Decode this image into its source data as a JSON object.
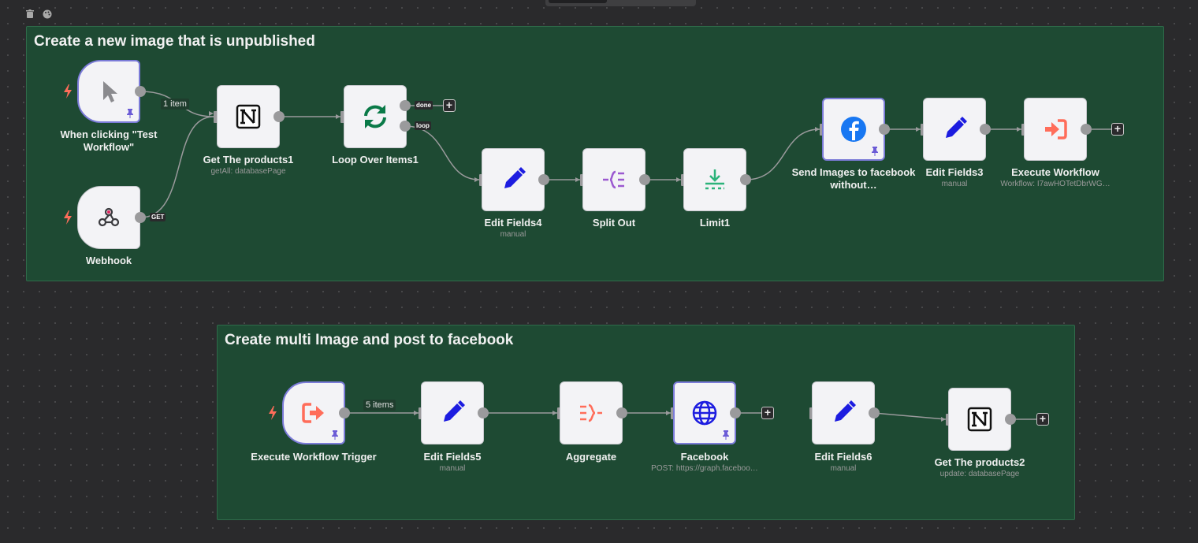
{
  "canvas": {
    "sticky_notes": [
      {
        "title": "Create a new image that is unpublished"
      },
      {
        "title": "Create multi Image and post to facebook"
      }
    ],
    "nodes": {
      "manual_trigger": {
        "label": "When clicking \"Test Workflow\"",
        "icon": "cursor-icon"
      },
      "webhook": {
        "label": "Webhook",
        "icon": "webhook-icon",
        "port_tag": "GET"
      },
      "get_products1": {
        "label": "Get The products1",
        "sub": "getAll: databasePage",
        "icon": "notion-icon"
      },
      "loop": {
        "label": "Loop Over Items1",
        "icon": "loop-icon",
        "done_tag": "done",
        "loop_tag": "loop"
      },
      "edit_fields4": {
        "label": "Edit Fields4",
        "sub": "manual",
        "icon": "pencil-icon"
      },
      "split_out": {
        "label": "Split Out",
        "icon": "split-out-icon"
      },
      "limit1": {
        "label": "Limit1",
        "icon": "limit-icon"
      },
      "send_images": {
        "label": "Send Images to facebook without…",
        "icon": "facebook-icon"
      },
      "edit_fields3": {
        "label": "Edit Fields3",
        "sub": "manual",
        "icon": "pencil-icon"
      },
      "execute_workflow": {
        "label": "Execute Workflow",
        "sub": "Workflow: I7awHOTetDbrWG…",
        "icon": "execute-workflow-icon"
      },
      "exec_trigger": {
        "label": "Execute Workflow Trigger",
        "icon": "execute-trigger-icon"
      },
      "edit_fields5": {
        "label": "Edit Fields5",
        "sub": "manual",
        "icon": "pencil-icon"
      },
      "aggregate": {
        "label": "Aggregate",
        "icon": "aggregate-icon"
      },
      "facebook": {
        "label": "Facebook",
        "sub": "POST: https://graph.faceboo…",
        "icon": "globe-icon"
      },
      "edit_fields6": {
        "label": "Edit Fields6",
        "sub": "manual",
        "icon": "pencil-icon"
      },
      "get_products2": {
        "label": "Get The products2",
        "sub": "update: databasePage",
        "icon": "notion-icon"
      }
    },
    "edge_labels": {
      "manual_to_get": "1 item",
      "exec_to_edit5": "5 items"
    },
    "add_button_symbol": "+"
  },
  "colors": {
    "canvas_bg": "#2a2a2c",
    "sticky_bg": "#1e4a33",
    "node_bg": "#f3f3f6",
    "trigger_accent": "#ff6d5a",
    "pencil_blue": "#1c1ce0",
    "loop_green": "#0a7a48",
    "pin_purple": "#6b5bd6"
  }
}
